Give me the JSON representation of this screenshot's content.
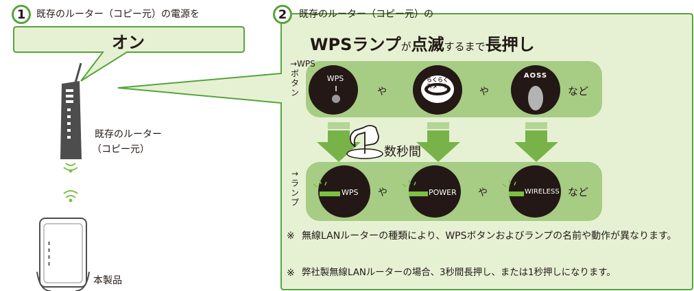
{
  "step1": {
    "number": "1",
    "text": "既存のルーター（コピー元）の電源を",
    "bubble_text": "オン"
  },
  "step2": {
    "number": "2",
    "text": "既存のルーター（コピー元）の",
    "headline": {
      "part1": "WPSランプ",
      "part2": "が",
      "part3": "点滅",
      "part4": "するまで",
      "part5": "長押し"
    }
  },
  "router_label_line1": "既存のルーター",
  "router_label_line2": "（コピー元）",
  "device_label": "本製品",
  "buttons_row": {
    "side_label": "→WPSボタン",
    "wps_label": "WPS",
    "rakuraku_label": "らくらくスタート",
    "aoss_label": "AOSS",
    "sep1": "や",
    "sep2": "や",
    "suffix": "など"
  },
  "press_label": "数秒間",
  "lamps_row": {
    "side_label": "→ランプ",
    "lamp1": "WPS",
    "lamp2": "POWER",
    "lamp3": "WIRELESS",
    "sep1": "や",
    "sep2": "や",
    "suffix": "など"
  },
  "notes": [
    {
      "mark": "※",
      "text": "無線LANルーターの種類により、WPSボタンおよびランプの名前や動作が異なります。"
    },
    {
      "mark": "※",
      "text": "弊社製無線LANルーターの場合、3秒間長押し、または1秒押しになります。"
    }
  ],
  "colors": {
    "green_border": "#55a43a",
    "panel_fill": "#e6f1d4",
    "row_fill": "#a7cc84",
    "arrow": "#78b34a",
    "lamp_green": "#7cc242",
    "router": "#4d4d4d"
  },
  "icons": [
    "router-icon",
    "signal-waves-icon",
    "device-icon",
    "hand-press-icon",
    "down-arrow-icon"
  ]
}
